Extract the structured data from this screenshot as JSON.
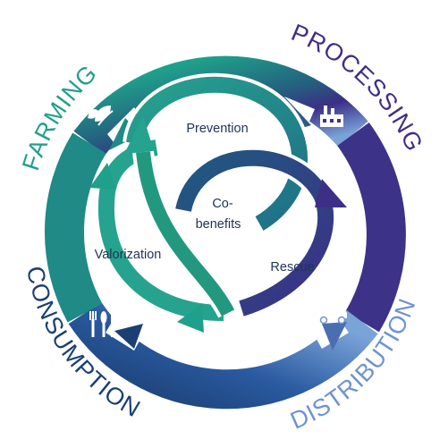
{
  "stages": {
    "farming": "FARMING",
    "processing": "PROCESSING",
    "distribution": "DISTRIBUTION",
    "consumption": "CONSUMPTION"
  },
  "strategies": {
    "prevention": "Prevention",
    "valorization": "Valorization",
    "rescue": "Rescue"
  },
  "center": {
    "line1": "Co-",
    "line2": "benefits"
  },
  "icons": [
    "leaf-icon",
    "factory-icon",
    "truck-icon",
    "utensils-icon"
  ],
  "colors": {
    "farming": "#1fa08a",
    "processing": "#3d2f86",
    "distribution": "#6f93cf",
    "consumption": "#1b3f73",
    "loop_green": "#26a38e",
    "loop_navy": "#1b3a6c",
    "text": "#1f3356"
  }
}
